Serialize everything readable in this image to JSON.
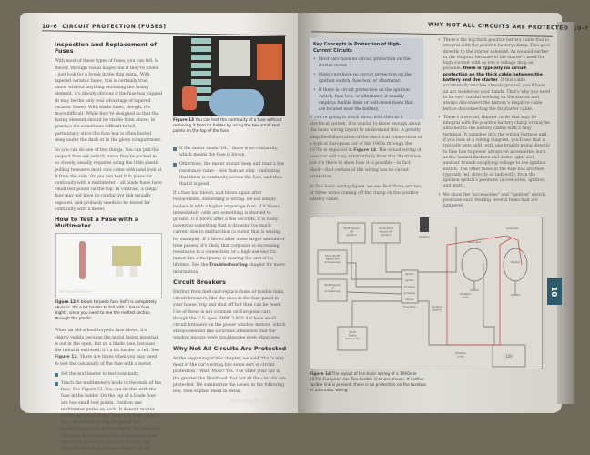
{
  "left_page": {
    "header_number": "10-6",
    "header_title": "CIRCUIT PROTECTION (FUSES)",
    "heading1": "Inspection and Replacement of Fuses",
    "para1": "With most of these types of fuses, you can tell, in theory, through visual inspection if they're blown – just look for a break in the thin metal. With tapered ceramic fuses, this is certainly true, since, without anything enclosing the fusing element, it's bloody obvious if the fuse has popped (it may be the only real advantage of tapered ceramic fuses). With blade fuses, though, it's more difficult. While they're designed so that the fusing element should be visible from above, in practice it's sometimes difficult to tell, particularly since the fuse box is often buried deep under the dash or in the glove compartment.",
    "para2": "So you can do one of two things. You can pull the suspect fuse out (which, since they're packed in so closely, usually requires using the little plastic pulling tweezers most cars come with) and look at it from the side. Or you can test it in place for continuity with a multimeter – all blade fuses have small test points on the top. In contrast, a mega fuse may not have its conductive link visually exposed, and probably needs to be tested for continuity with a meter.",
    "heading2": "How to Test a Fuse with a Multimeter",
    "fig12_watermark": "BentleyPublishers",
    "fig12_label": "Figure 12",
    "fig12_caption": "A blown torpedo fuse (left) is completely obvious. It's a bit harder to tell with a blade fuse (right), since you need to see the melted section through the plastic.",
    "para3_pre": "When an old-school torpedo fuse blows, it's clearly visible because the metal fusing material is out in the open, but on a blade fuse, because the metal is enclosed, it's a bit harder to tell. See ",
    "para3_ref": "Figure 12",
    "para3_post": ". There are times when you may need to test the continuity of the fuse with a meter.",
    "bullets_left": [
      "Set the multimeter to test continuity.",
      "Touch the multimeter's leads to the ends of the fuse. See Figure 13. You can do this with the fuse in the holder. On the top of a blade fuse are two small test points. Position one multimeter probe on each. It doesn't matter which end goes where. What you don't want to do is hold the fuse and the tips of the multimeter's leads in your hands, because you can wind up measuring the resistance across your body instead of across your fuse, and think the fuse is good when in fact it's not."
    ],
    "fig13_label": "Figure 13",
    "fig13_caption": "You can test the continuity of a fuse without removing it from its holder by using the two small test points on the top of the fuse.",
    "bullets_right": [
      "If the meter reads \"OL,\" there is no continuity, which means the fuse is blown.",
      "Otherwise, the meter should beep and read a low resistance value – less than an ohm – indicating that there is continuity across the fuse, and thus that it is good."
    ],
    "para4_pre": "If a fuse has blown, and blows again after replacement, something is wrong. Do not simply replace it with a higher amperage fuse. If it blows immediately, odds are something is shorted to ground. If it blows after a few seconds, it is likely powering something that is drawing too much current due to malfunction (a motor that is seizing, for example). If it blows after some larger amount of time passes, it's likely that corrosion is increasing resistance in a connection, or a high-use electric motor like a fuel pump is nearing the end of its lifetime. See the ",
    "para4_ref": "Troubleshooting",
    "para4_post": " chapter for more information.",
    "heading3": "Circuit Breakers",
    "para5": "Distinct from melt-and-replace fuses or fusible links, circuit breakers, like the ones in the fuse panel in your house, trip and shut off but then can be reset. Use of these is not common on European cars, though the U.S.-spec BMW 3.0CS did have small circuit breakers on the power window motors, which always seemed like a curious admission that the window motors were troublesome even when new.",
    "heading4": "Why Not All Circuits Are Protected",
    "para6": "At the beginning of this chapter, we said \"that's why most of the car's wiring has some sort of circuit protection.\" Wait. Most? Yes. The older your car is, the greater the likelihood that not all the circuits are protected. We summarize the issues in the following box, then explain them in detail.",
    "watermark": "BentleyPublishers"
  },
  "right_page": {
    "header_title": "WHY NOT ALL CIRCUITS ARE PROTECTED",
    "header_number": "10-7",
    "box_title": "Key Concepts in Protection of High-Current Circuits",
    "box_items": [
      "Most cars have no circuit protection on the starter motor.",
      "Many cars have no circuit protection on the ignition switch, fuse box, or alternator.",
      "If there is circuit protection on the ignition switch, fuse box, or alternator, it usually employs fusible links or bolt-down fuses that are located near the battery."
    ],
    "para1_pre": "If you're going to muck about with the car's electrical system, it is crucial to know enough about the basic wiring layout to understand this. A greatly simplified illustration of the electrical connections on a typical European car of the 1960s through the 1970s is depicted in ",
    "para1_ref": "Figure 14",
    "para1_post": ". The actual wiring of your car will vary substantially from this illustration, but it's there to show how it is possible—in fact, likely—that certain of the wiring has no circuit protection.",
    "para2": "In this basic wiring figure, we see that there are two or three wires coming off the clamp on the positive battery cable.",
    "bullet1_pre": "There's the big thick positive battery cable that is integral with the positive battery clamp. This goes directly to the starter solenoid. As we said earlier in the chapter, because of the starter's need for high current with as low a voltage drop as possible, ",
    "bullet1_bold": "there is typically no circuit protection on the thick cable between the battery and the starter",
    "bullet1_post": ". If this cable accidentally touches chassis ground, you'll have an arc welder on your hands. That's why you need to be very careful working on the starter and always disconnect the battery's negative cable before disconnecting the fat starter cable.",
    "bullet2": "There's a second, thinner cable that may be integral with the positive battery clamp or may be attached to the battery clamp with a ring terminal. It vanishes into the wiring harness and, if you look at a wiring diagram, you'll see that is typically gets split, with one branch going directly to fuse box to power always-on accessories such as the hazard flashers and dome light, and another branch supplying voltage to the ignition switch. The other fuses in the fuse box are then typically fed, directly or indirectly, from the ignition switch's positions (accessories, ignition, and start).",
    "bullet3": "We show the \"accessories\" and \"ignition\" switch positions each feeding several fuses that are jumpered",
    "diagram": {
      "labels": [
        "Stuff Keyed Off Ignition",
        "More Stuff Keyed Off Ignition",
        "More Stuff Keyed Off Accessories",
        "Stuff Keyed Off Accessories",
        "Stuff That's Always On",
        "Ignition",
        "Fuse Box",
        "Ignition Switch",
        "Alternator",
        "Solenoid",
        "Starter",
        "(Fusible Link)",
        "(Fusible Link)",
        "12V"
      ],
      "fuses": [
        "Ignition",
        "Ignition",
        "Accessory",
        "Accessory",
        "Always"
      ],
      "wire_color": "#c0504d"
    },
    "fig14_label": "Figure 14",
    "fig14_caption": "The layout of the basic wiring of a 1960s or 1970s European car. Two fusible links are shown. If neither fusible link is present, there is no protection on the fusebox or alternator wiring.",
    "chapter_tab": "10"
  },
  "colors": {
    "accent": "#2e5b6c",
    "bullet": "#4a7a8f",
    "box": "#c9ccd3"
  }
}
